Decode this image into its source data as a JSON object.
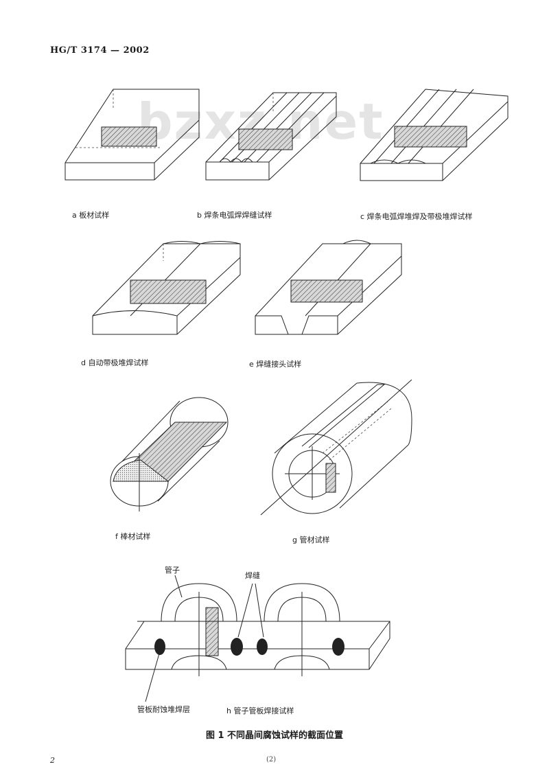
{
  "header": {
    "standard_number": "HG/T 3174 — 2002"
  },
  "watermark": "bzxz.net",
  "captions": {
    "a": "a  板材试样",
    "b": "b  焊条电弧焊焊缝试样",
    "c": "c  焊条电弧焊堆焊及带极堆焊试样",
    "d": "d  自动带极堆焊试样",
    "e": "e  焊缝接头试样",
    "f": "f  棒材试样",
    "g": "g  管材试样",
    "h": "h  管子管板焊接试样"
  },
  "labels": {
    "tube": "管子",
    "weld": "焊缝",
    "layer": "管板耐蚀堆焊层"
  },
  "figure_title": "图 1   不同晶间腐蚀试样的截面位置",
  "footer": {
    "page_number": "2",
    "page_code": "(2)"
  }
}
